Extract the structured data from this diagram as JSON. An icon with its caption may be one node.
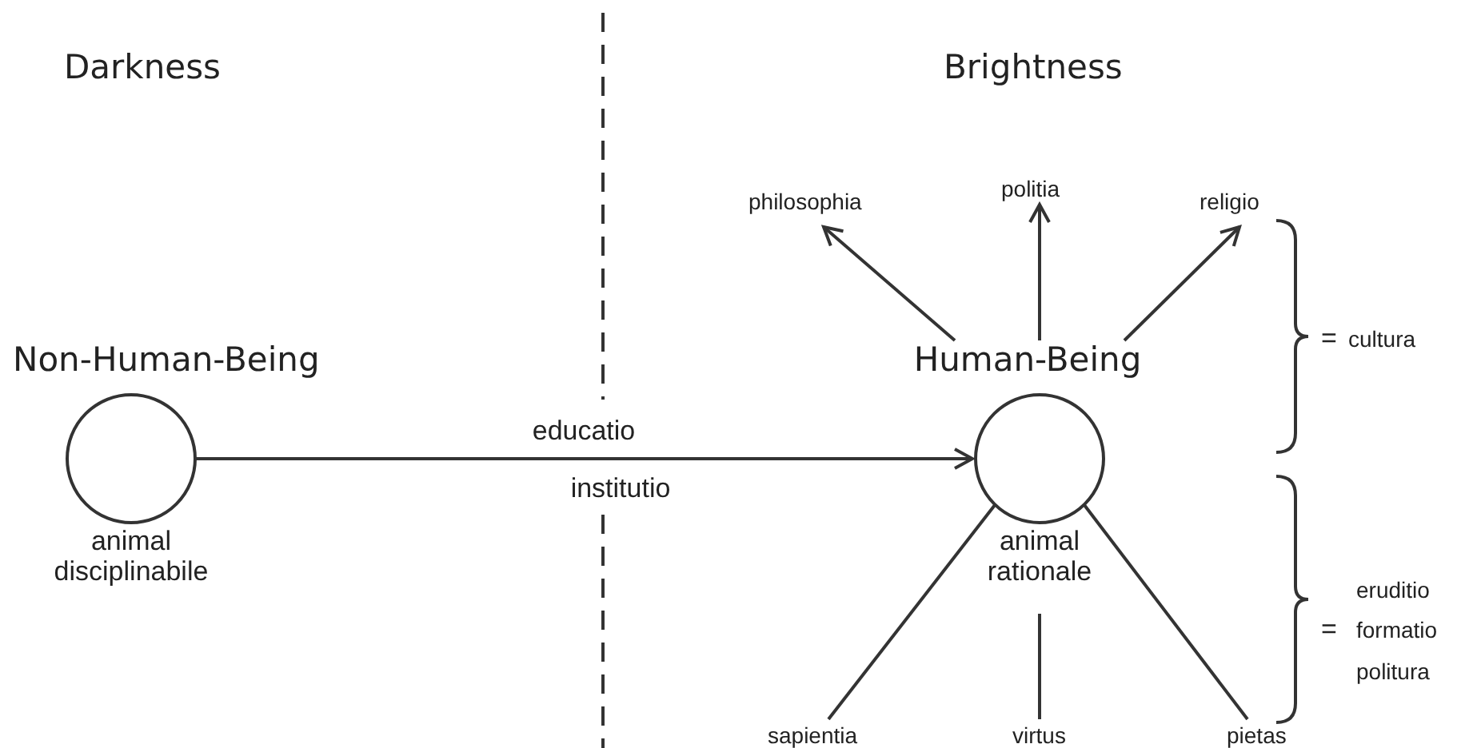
{
  "diagram": {
    "nodes": [
      {
        "text": [
          "Non-Human-Being"
        ],
        "beside": [
          "animal disciplinabile"
        ]
      },
      {
        "text": [
          "Human-Being"
        ],
        "beside": [
          "animal rationale"
        ]
      },
      {
        "text": [
          "philosophia"
        ]
      },
      {
        "text": [
          "politia"
        ]
      },
      {
        "text": [
          "religio"
        ]
      },
      {
        "text": [
          "sapientia"
        ]
      },
      {
        "text": [
          "virtus"
        ]
      },
      {
        "text": [
          "pietas"
        ]
      }
    ],
    "edges": [
      {
        "from": 0,
        "to": 1,
        "arrow": "to",
        "label": "educatio"
      },
      {
        "from": 1,
        "to": 2,
        "arrow": "to"
      },
      {
        "from": 1,
        "to": 3,
        "arrow": "to"
      },
      {
        "from": 1,
        "to": 4,
        "arrow": "to"
      },
      {
        "from": 1,
        "to": 5,
        "arrow": "none"
      },
      {
        "from": 1,
        "to": 6,
        "arrow": "none"
      },
      {
        "from": 1,
        "to": 7,
        "arrow": "none"
      }
    ],
    "labels": [
      "Darkness",
      "Brightness",
      "=",
      "cultura",
      "institutio",
      "eruditio",
      "=",
      "formatio",
      "politura"
    ]
  }
}
